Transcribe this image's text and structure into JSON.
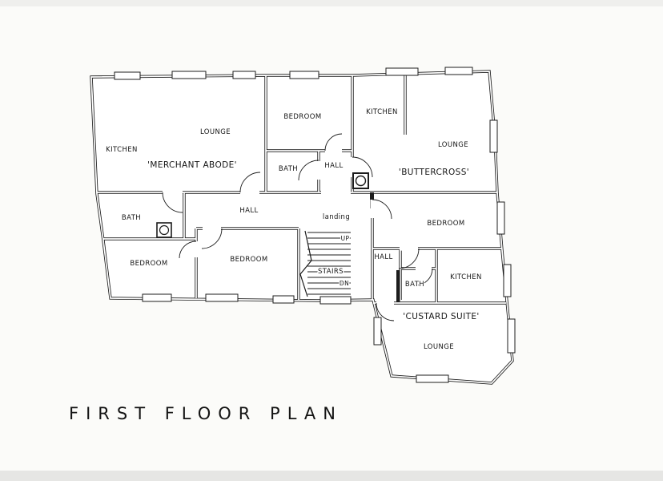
{
  "title": "FIRST FLOOR PLAN",
  "colors": {
    "ink": "#1c1c1c",
    "paper": "#fbfbf9"
  },
  "labels": {
    "merchant_kitchen": "KITCHEN",
    "merchant_lounge": "LOUNGE",
    "merchant_name": "'MERCHANT ABODE'",
    "mid_bedroom": "BEDROOM",
    "mid_bath": "BATH",
    "mid_hall": "HALL",
    "buttercross_kitchen": "KITCHEN",
    "buttercross_lounge": "LOUNGE",
    "buttercross_name": "'BUTTERCROSS'",
    "left_bath": "BATH",
    "left_hall": "HALL",
    "landing": "landing",
    "left_bedroom": "BEDROOM",
    "center_bedroom": "BEDROOM",
    "up": "UP",
    "stairs": "STAIRS",
    "dn": "DN",
    "right_bedroom": "BEDROOM",
    "right_hall": "HALL",
    "custard_bath": "BATH",
    "custard_kitchen": "KITCHEN",
    "custard_name": "'CUSTARD SUITE'",
    "custard_lounge": "LOUNGE"
  }
}
